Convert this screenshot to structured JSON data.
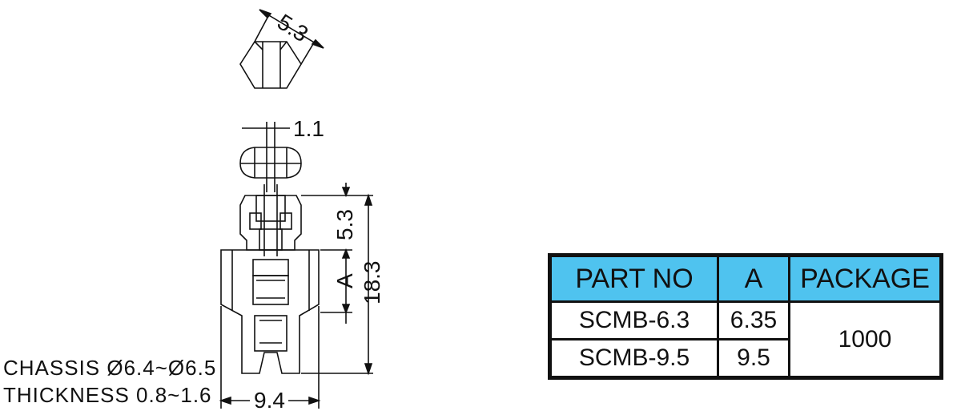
{
  "dimensions": {
    "hex_width": "5.3",
    "slot_width": "1.1",
    "top_length": "5.3",
    "variable_length": "A",
    "total_length": "18.3",
    "body_width": "9.4"
  },
  "notes": {
    "chassis": "CHASSIS Ø6.4~Ø6.5",
    "thickness": "THICKNESS 0.8~1.6"
  },
  "table": {
    "headers": [
      "PART NO",
      "A",
      "PACKAGE"
    ],
    "rows": [
      {
        "part_no": "SCMB-6.3",
        "a": "6.35"
      },
      {
        "part_no": "SCMB-9.5",
        "a": "9.5"
      }
    ],
    "package": "1000",
    "header_color": "#4fc3ef"
  }
}
